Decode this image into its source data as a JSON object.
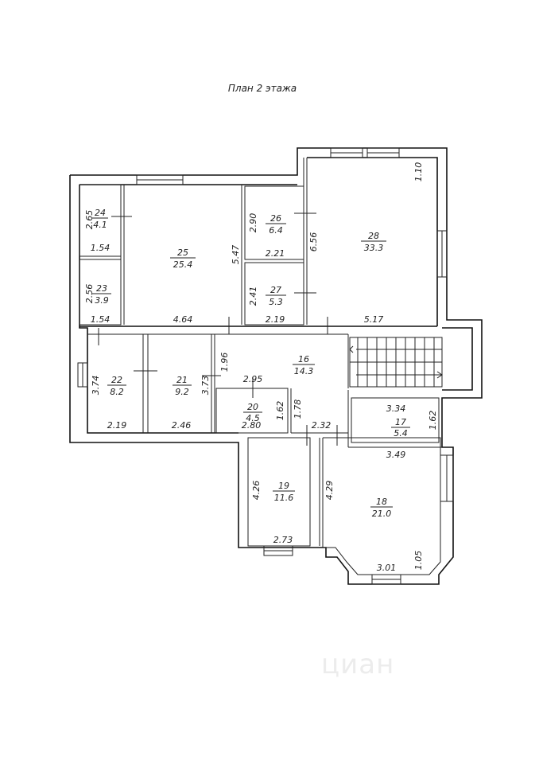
{
  "title": "План 2 этажа",
  "watermark": "циан",
  "rooms": [
    {
      "id": "r24",
      "number": "24",
      "area": "4.1"
    },
    {
      "id": "r25",
      "number": "25",
      "area": "25.4"
    },
    {
      "id": "r26",
      "number": "26",
      "area": "6.4"
    },
    {
      "id": "r27",
      "number": "27",
      "area": "5.3"
    },
    {
      "id": "r28",
      "number": "28",
      "area": "33.3"
    },
    {
      "id": "r23",
      "number": "23",
      "area": "3.9"
    },
    {
      "id": "r22",
      "number": "22",
      "area": "8.2"
    },
    {
      "id": "r21",
      "number": "21",
      "area": "9.2"
    },
    {
      "id": "r16",
      "number": "16",
      "area": "14.3"
    },
    {
      "id": "r20",
      "number": "20",
      "area": "4.5"
    },
    {
      "id": "r17",
      "number": "17",
      "area": "5.4"
    },
    {
      "id": "r19",
      "number": "19",
      "area": "11.6"
    },
    {
      "id": "r18",
      "number": "18",
      "area": "21.0"
    }
  ],
  "dimensions": {
    "d24v": "2.65",
    "d24h": "1.54",
    "d23v": "2.56",
    "d23h": "1.54",
    "d25v": "5.47",
    "d25h": "4.64",
    "d26v": "2.90",
    "d26h": "2.21",
    "d27v": "2.41",
    "d27h": "2.19",
    "d28a": "1.10",
    "d28v": "6.56",
    "d28h": "5.17",
    "d22v": "3.74",
    "d22h": "2.19",
    "d21v": "3.73",
    "d21h": "2.46",
    "d16v": "1.96",
    "d16h": "2.95",
    "d16b": "2.32",
    "d16c": "1.78",
    "d20v": "1.62",
    "d20h": "2.80",
    "d17t": "3.34",
    "d17v": "1.62",
    "d17b": "3.49",
    "d19v": "4.26",
    "d19h": "2.73",
    "d18v": "4.29",
    "d18h": "3.01",
    "d18a": "1.05"
  }
}
